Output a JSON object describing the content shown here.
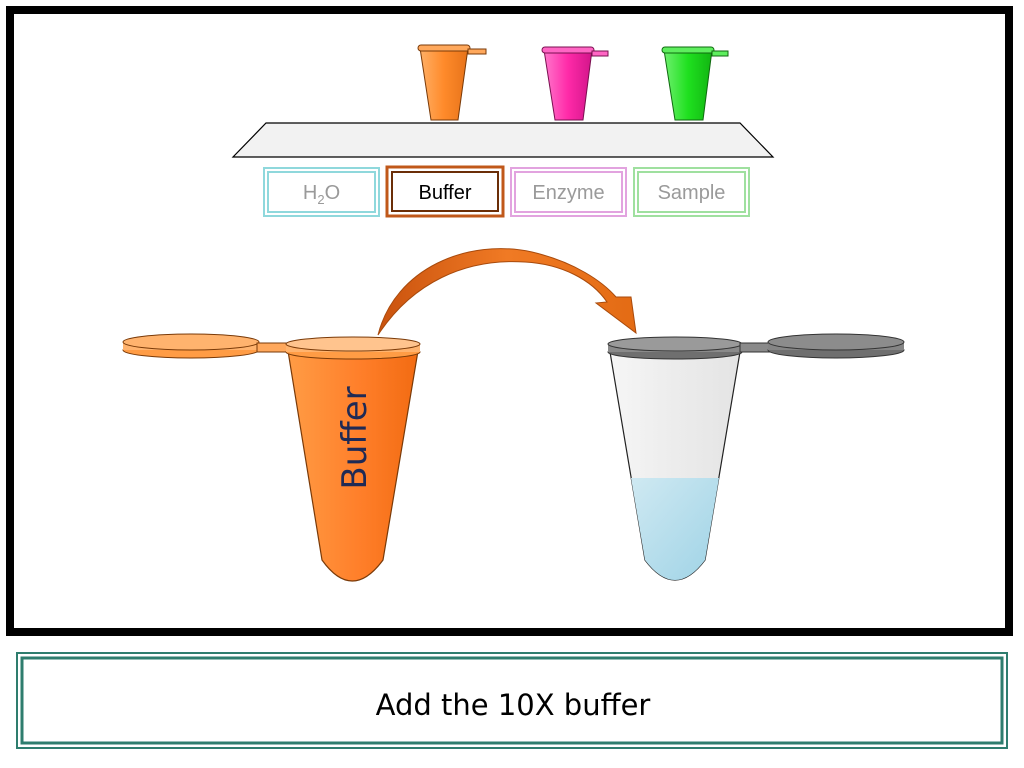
{
  "tube_labels": [
    {
      "id": "h2o",
      "base": "H",
      "sub": "2",
      "tail": "O",
      "border_color": "#8fd8dc",
      "text_color": "#9a9a9a"
    },
    {
      "id": "buffer",
      "base": "Buffer",
      "sub": "",
      "tail": "",
      "border_color": "#c0581a",
      "text_color": "#000000"
    },
    {
      "id": "enzyme",
      "base": "Enzyme",
      "sub": "",
      "tail": "",
      "border_color": "#e2a3df",
      "text_color": "#9a9a9a"
    },
    {
      "id": "sample",
      "base": "Sample",
      "sub": "",
      "tail": "",
      "border_color": "#9fe09f",
      "text_color": "#9a9a9a"
    }
  ],
  "rack_tube_colors": {
    "buffer": "#ff8a2a",
    "enzyme": "#ff2aa8",
    "sample": "#1fe01f"
  },
  "source_tube": {
    "label": "Buffer",
    "color": "#ff7f2a",
    "label_color": "#1f2a55"
  },
  "target_tube": {
    "cap_color": "#808080",
    "liquid_color": "#a8d8ea"
  },
  "arrow_color": "#e36b14",
  "caption": {
    "text": "Add the 10X buffer",
    "border_color": "#2e7d6e"
  }
}
